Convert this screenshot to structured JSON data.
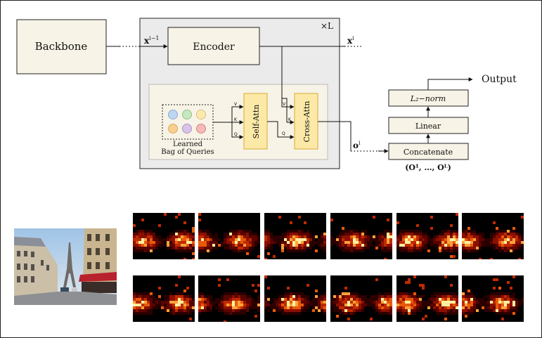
{
  "diagram": {
    "backbone": "Backbone",
    "encoder": "Encoder",
    "repeat": "×L",
    "x_prev": "x",
    "x_prev_sup": "i−1",
    "x_cur": "x",
    "x_cur_sup": "i",
    "o_label": "o",
    "o_sup": "i",
    "queries_line1": "Learned",
    "queries_line2": "Bag of Queries",
    "self_attn": "Self-Attn",
    "cross_attn": "Cross-Attn",
    "v": "V",
    "k": "K",
    "q": "Q",
    "concatenate": "Concatenate",
    "concat_sub": "(O¹, …, Oᴸ)",
    "linear": "Linear",
    "l2norm": "L₂−norm",
    "output": "Output"
  },
  "colors": {
    "block_fill": "#f7f3e6",
    "block_stroke": "#222222",
    "attn_fill": "#fce9a8",
    "attn_stroke": "#e0b64a",
    "panel_fill": "#ebebeb",
    "inner_panel_fill": "#f7f3e6",
    "query_colors": [
      "#bcd6f4",
      "#c5e8c0",
      "#fbeab0",
      "#f7cf8f",
      "#d9c3e8",
      "#f7b8b8"
    ]
  },
  "figure": {
    "input_image": "street-scene-eiffel-tower",
    "heatmap_rows": 2,
    "heatmap_cols": 6
  }
}
